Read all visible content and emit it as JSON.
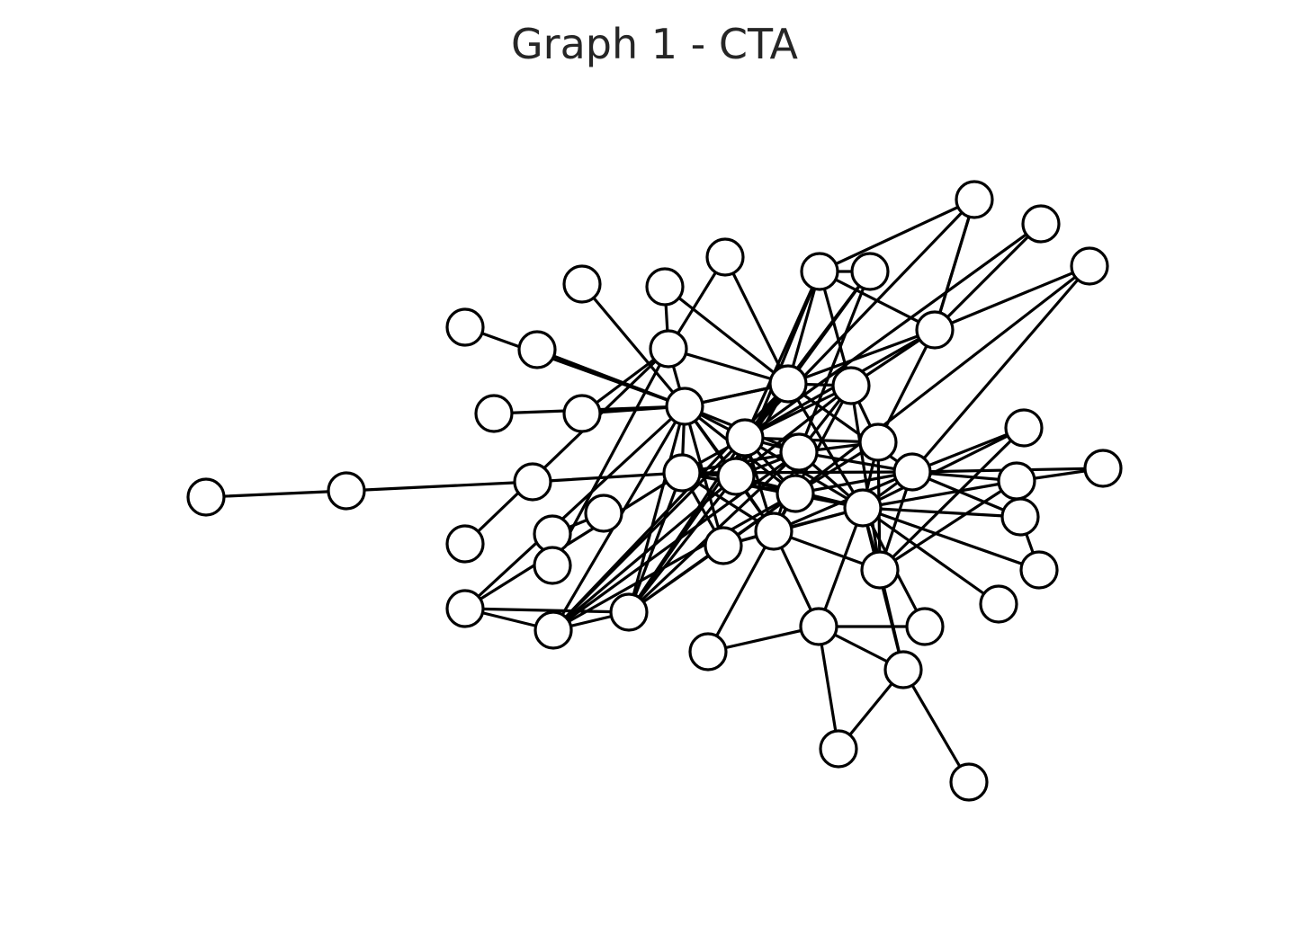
{
  "title": "Graph 1 - CTA",
  "style": {
    "node_fill": "#ffffff",
    "node_stroke": "#000000",
    "edge_color": "#000000",
    "title_color": "#262626"
  },
  "edges": [
    [
      "n1",
      "n2"
    ],
    [
      "n2",
      "n3"
    ],
    [
      "n3",
      "n4"
    ],
    [
      "n5",
      "n6"
    ],
    [
      "n8",
      "n17"
    ],
    [
      "n7",
      "n17"
    ],
    [
      "n9",
      "n17"
    ],
    [
      "n10",
      "n17"
    ],
    [
      "n11",
      "n17"
    ],
    [
      "n11",
      "n13"
    ],
    [
      "n12",
      "n13"
    ],
    [
      "n14",
      "n13"
    ],
    [
      "n15",
      "n13"
    ],
    [
      "n16",
      "n13"
    ],
    [
      "n13",
      "n17"
    ],
    [
      "n13",
      "n21"
    ],
    [
      "n18",
      "n17"
    ],
    [
      "n18",
      "n4"
    ],
    [
      "n18",
      "n19"
    ],
    [
      "n18",
      "n20"
    ],
    [
      "n17",
      "n19"
    ],
    [
      "n17",
      "n20"
    ],
    [
      "n17",
      "n21"
    ],
    [
      "n17",
      "n22"
    ],
    [
      "n17",
      "n23"
    ],
    [
      "n17",
      "n24"
    ],
    [
      "n17",
      "n25"
    ],
    [
      "n17",
      "n26"
    ],
    [
      "n17",
      "n4"
    ],
    [
      "n17",
      "n27"
    ],
    [
      "n4",
      "n20"
    ],
    [
      "n4",
      "n22"
    ],
    [
      "n4",
      "n23"
    ],
    [
      "n4",
      "n24"
    ],
    [
      "n4",
      "n25"
    ],
    [
      "n4",
      "n26"
    ],
    [
      "n4",
      "n27"
    ],
    [
      "n19",
      "n20"
    ],
    [
      "n19",
      "n22"
    ],
    [
      "n19",
      "n23"
    ],
    [
      "n19",
      "n24"
    ],
    [
      "n19",
      "n25"
    ],
    [
      "n19",
      "n21"
    ],
    [
      "n20",
      "n23"
    ],
    [
      "n20",
      "n24"
    ],
    [
      "n20",
      "n25"
    ],
    [
      "n20",
      "n21"
    ],
    [
      "n20",
      "n22"
    ],
    [
      "n21",
      "n24"
    ],
    [
      "n21",
      "n22"
    ],
    [
      "n21",
      "n30"
    ],
    [
      "n22",
      "n23"
    ],
    [
      "n22",
      "n24"
    ],
    [
      "n22",
      "n25"
    ],
    [
      "n22",
      "n26"
    ],
    [
      "n22",
      "n34"
    ],
    [
      "n22",
      "n28"
    ],
    [
      "n22",
      "n29"
    ],
    [
      "n22",
      "n31"
    ],
    [
      "n22",
      "n32"
    ],
    [
      "n22",
      "n30"
    ],
    [
      "n22",
      "n35"
    ],
    [
      "n23",
      "n25"
    ],
    [
      "n23",
      "n26"
    ],
    [
      "n23",
      "n24"
    ],
    [
      "n23",
      "n34"
    ],
    [
      "n23",
      "n30"
    ],
    [
      "n23",
      "n29"
    ],
    [
      "n24",
      "n25"
    ],
    [
      "n24",
      "n26"
    ],
    [
      "n24",
      "n28"
    ],
    [
      "n24",
      "n30"
    ],
    [
      "n25",
      "n26"
    ],
    [
      "n25",
      "n27"
    ],
    [
      "n25",
      "n34"
    ],
    [
      "n25",
      "n36"
    ],
    [
      "n25",
      "n37"
    ],
    [
      "n26",
      "n27"
    ],
    [
      "n26",
      "n36"
    ],
    [
      "n26",
      "n30"
    ],
    [
      "n33",
      "n26"
    ],
    [
      "n28",
      "n29"
    ],
    [
      "n28",
      "n30"
    ],
    [
      "n28",
      "n31"
    ],
    [
      "n28",
      "n32"
    ],
    [
      "n30",
      "n32"
    ],
    [
      "n31",
      "n32"
    ],
    [
      "n30",
      "n34"
    ],
    [
      "n30",
      "n39"
    ],
    [
      "n34",
      "n38"
    ],
    [
      "n34",
      "n39"
    ],
    [
      "n36",
      "n37"
    ],
    [
      "n36",
      "n38"
    ],
    [
      "n36",
      "n39"
    ],
    [
      "n38",
      "n39"
    ],
    [
      "n38",
      "n40"
    ],
    [
      "n39",
      "n40"
    ],
    [
      "n39",
      "n41"
    ]
  ]
}
